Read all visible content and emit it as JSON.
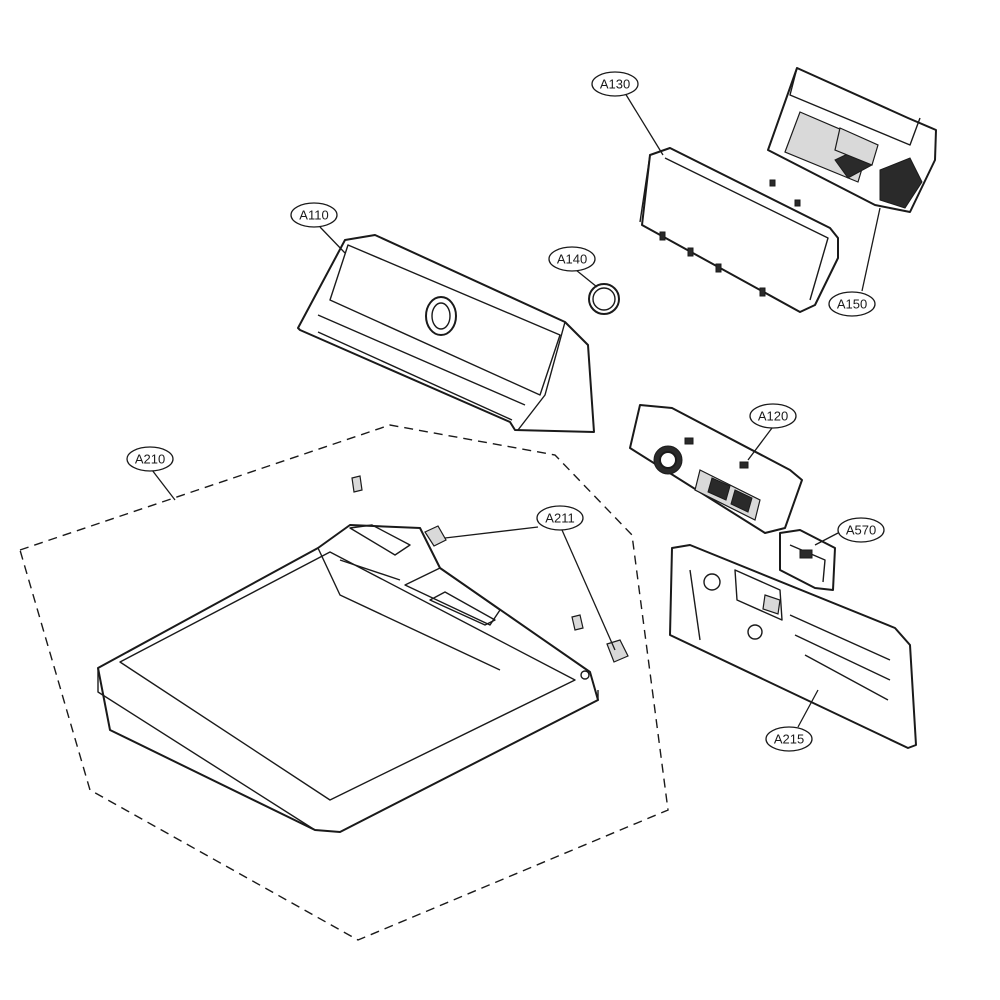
{
  "diagram": {
    "type": "exploded-parts-view",
    "line_color": "#1a1a1a",
    "background": "#ffffff",
    "callouts": [
      {
        "id": "a130",
        "label": "A130"
      },
      {
        "id": "a110",
        "label": "A110"
      },
      {
        "id": "a140",
        "label": "A140"
      },
      {
        "id": "a150",
        "label": "A150"
      },
      {
        "id": "a120",
        "label": "A120"
      },
      {
        "id": "a210",
        "label": "A210"
      },
      {
        "id": "a211",
        "label": "A211"
      },
      {
        "id": "a570",
        "label": "A570"
      },
      {
        "id": "a215",
        "label": "A215"
      }
    ]
  }
}
